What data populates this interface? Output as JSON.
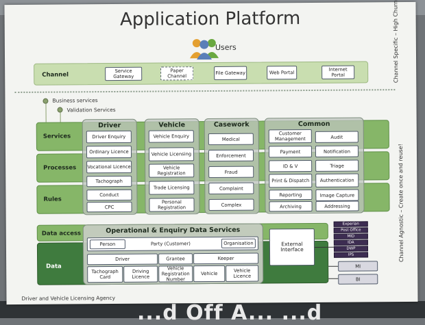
{
  "title": "Application Platform",
  "users_label": "Users",
  "channel": {
    "label": "Channel",
    "items": [
      "Service Gateway",
      "Paper Channel",
      "File Gateway",
      "Web Portal",
      "Internet Portal"
    ]
  },
  "side_notes": {
    "channel_specific": "Channel Specific – High Churn",
    "channel_agnostic": "Channel Agnostic – Create once and reuse!"
  },
  "legend": [
    "Business services",
    "Validation Services"
  ],
  "rows": {
    "services": "Services",
    "processes": "Processes",
    "rules": "Rules",
    "data_access": "Data access",
    "data": "Data"
  },
  "driver": {
    "title": "Driver",
    "items": [
      "Driver Enquiry",
      "Ordinary Licence",
      "Vocational Licence",
      "Tachograph",
      "Conduct",
      "CPC"
    ]
  },
  "vehicle": {
    "title": "Vehicle",
    "items": [
      "Vehicle Enquiry",
      "Vehicle Licensing",
      "Vehicle Registration",
      "Trade Licensing",
      "Personal Registration"
    ]
  },
  "casework": {
    "title": "Casework",
    "items": [
      "Medical",
      "Enforcement",
      "Fraud",
      "Complaint",
      "Complex"
    ]
  },
  "common": {
    "title": "Common",
    "left": [
      "Customer Management",
      "Payment",
      "ID & V",
      "Print & Dispatch",
      "Reporting",
      "Archiving"
    ],
    "right": [
      "Audit",
      "Notification",
      "Triage",
      "Authentication",
      "Image Capture",
      "Addressing"
    ]
  },
  "ods": {
    "title": "Operational & Enquiry Data Services",
    "party": "Party (Customer)",
    "person": "Person",
    "organisation": "Organisation",
    "mid": [
      "Driver",
      "Grantee",
      "Keeper"
    ],
    "bottom": [
      "Tachograph Card",
      "Driving Licence",
      "Vehicle Registration Number",
      "Vehicle",
      "Vehicle Licence"
    ]
  },
  "external": "External Interface",
  "external_items": [
    "Experian",
    "Post Office",
    "MID",
    "IDA",
    "DWP",
    "IPS"
  ],
  "mi": "MI",
  "bi": "BI",
  "footer": "Driver and Vehicle Licensing Agency"
}
